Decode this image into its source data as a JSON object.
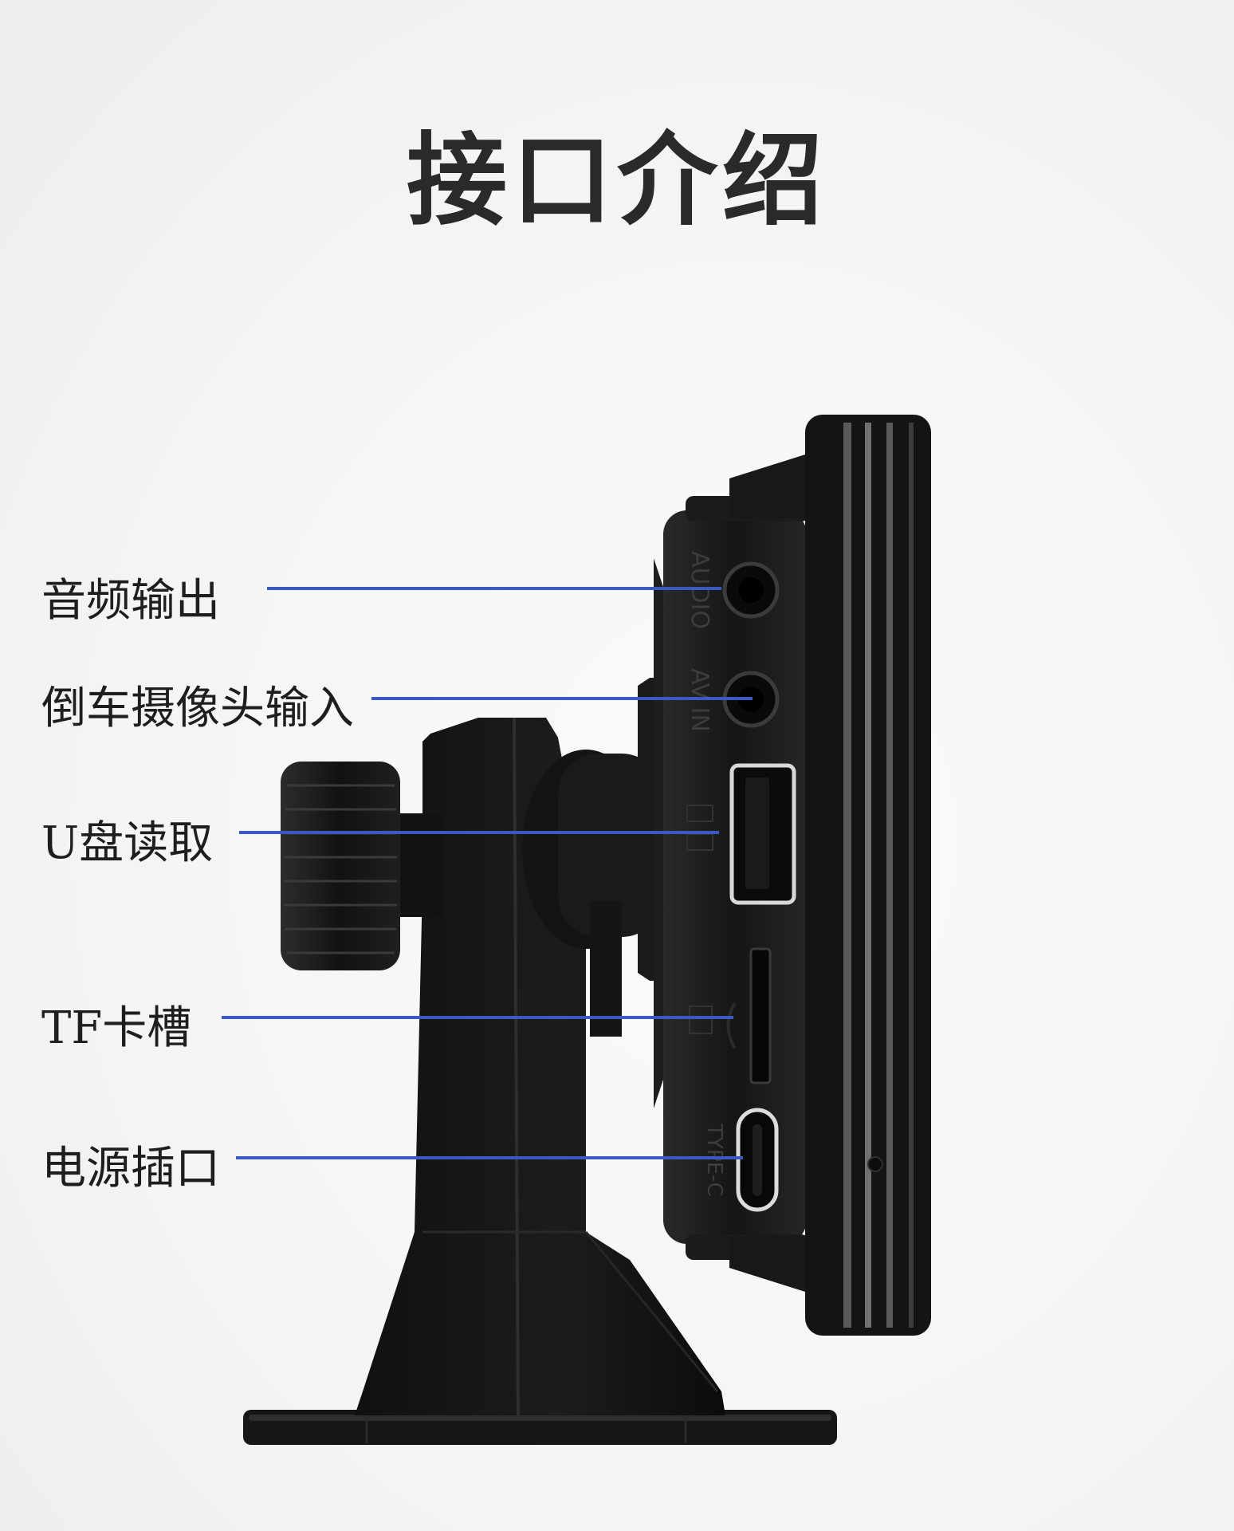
{
  "title": "接口介绍",
  "ports": [
    {
      "label": "音频输出"
    },
    {
      "label": "倒车摄像头输入"
    },
    {
      "label": "U盘读取"
    },
    {
      "label": "TF卡槽"
    },
    {
      "label": "电源插口"
    }
  ],
  "device_markings": {
    "audio": "AUDIO",
    "av_in": "AV IN",
    "type_c": "TYPE-C"
  },
  "colors": {
    "pointer_line": "#3a5bbd",
    "device_body": "#1b1b1b",
    "background": "#f4f4f4"
  }
}
